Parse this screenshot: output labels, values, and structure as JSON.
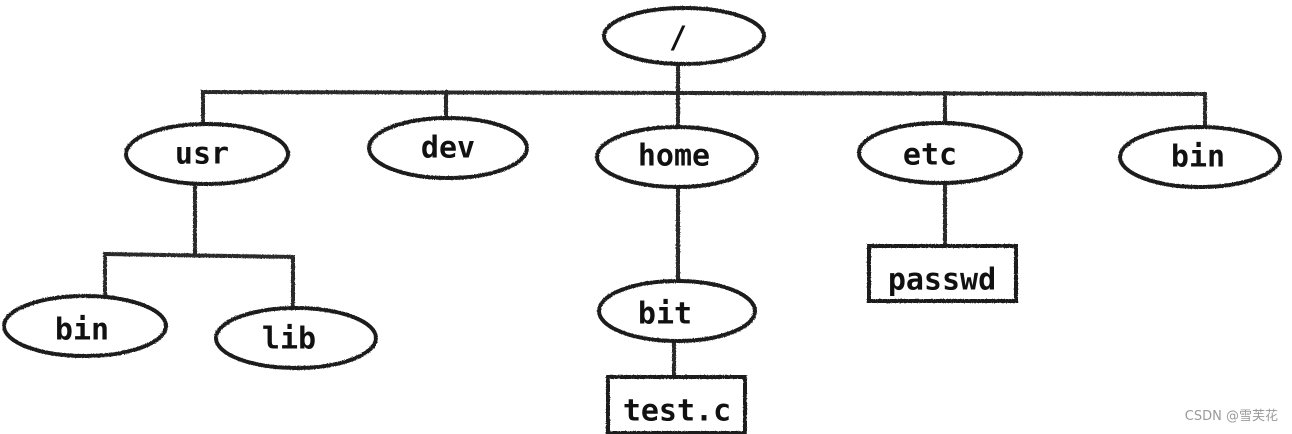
{
  "diagram": {
    "nodes": {
      "root": "/",
      "usr": "usr",
      "dev": "dev",
      "home": "home",
      "etc": "etc",
      "bin_top": "bin",
      "usr_bin": "bin",
      "usr_lib": "lib",
      "home_bit": "bit",
      "bit_test": "test.c",
      "etc_passwd": "passwd"
    },
    "colors": {
      "ink": "#1a1a1a",
      "background": "#ffffff"
    }
  },
  "watermark": "CSDN @雪芙花"
}
